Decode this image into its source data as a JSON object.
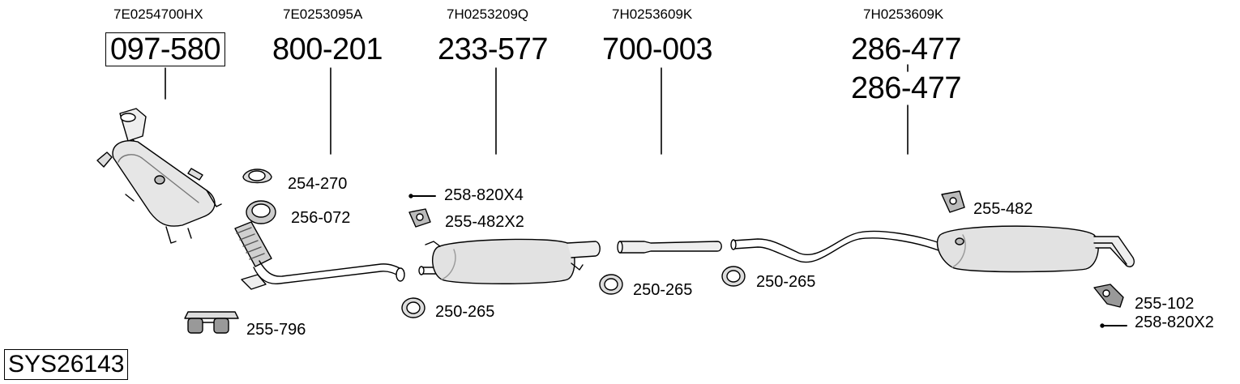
{
  "system_code": "SYS26143",
  "oem_numbers": {
    "catalyst": "7E0254700HX",
    "front_pipe": "7E0253095A",
    "center_silencer": "7H0253209Q",
    "intermediate_pipe": "7H0253609K",
    "rear_silencer": "7H0253609K"
  },
  "part_numbers": {
    "catalyst": "097-580",
    "front_pipe": "800-201",
    "center_silencer": "233-577",
    "intermediate_pipe": "700-003",
    "rear_silencer_1": "286-477",
    "rear_silencer_2": "286-477"
  },
  "accessories": {
    "clamp_254_270": "254-270",
    "gasket_256_072": "256-072",
    "mount_255_796": "255-796",
    "bolt_258_820x4": "258-820X4",
    "hanger_255_482x2": "255-482X2",
    "clamp_center": "250-265",
    "clamp_mid": "250-265",
    "clamp_rear": "250-265",
    "hanger_255_482": "255-482",
    "hanger_255_102": "255-102",
    "bolt_258_820x2": "258-820X2"
  }
}
